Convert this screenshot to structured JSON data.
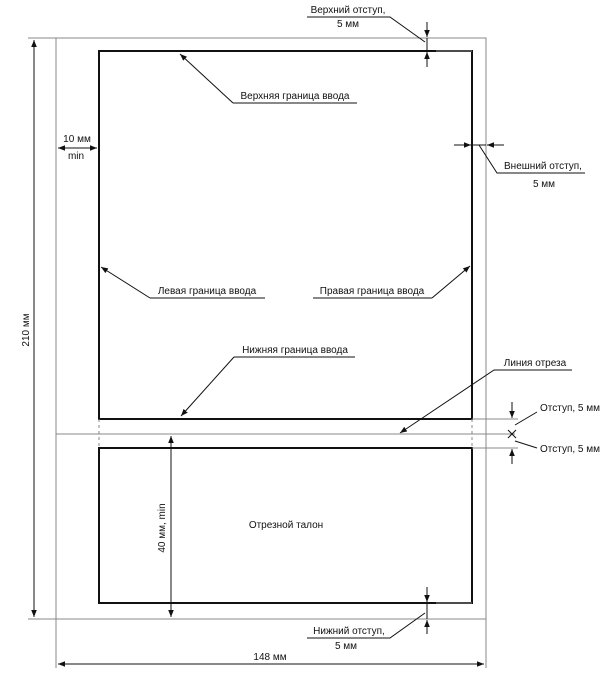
{
  "labels": {
    "top_margin_line1": "Верхний отступ,",
    "top_margin_line2": "5 мм",
    "upper_input_border": "Верхняя граница ввода",
    "left_margin_line1": "10 мм",
    "left_margin_line2": "min",
    "outer_margin_line1": "Внешний отступ,",
    "outer_margin_line2": "5 мм",
    "left_input_border": "Левая граница ввода",
    "right_input_border": "Правая граница ввода",
    "lower_input_border": "Нижняя граница ввода",
    "cut_line": "Линия отреза",
    "offset_upper": "Отступ, 5 мм",
    "offset_lower": "Отступ, 5 мм",
    "stub_height": "40 мм, min",
    "tear_off_stub": "Отрезной талон",
    "bottom_margin_line1": "Нижний отступ,",
    "bottom_margin_line2": "5 мм",
    "page_height": "210 мм",
    "page_width": "148 мм"
  }
}
